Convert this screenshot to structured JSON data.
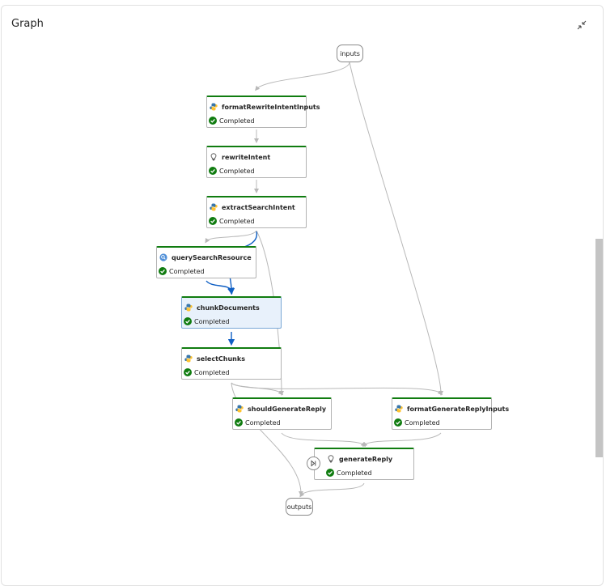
{
  "panel": {
    "title": "Graph",
    "collapse_icon": "collapse-arrows-icon"
  },
  "terminals": {
    "inputs": "inputs",
    "outputs": "outputs"
  },
  "nodes": [
    {
      "id": "formatRewriteIntentInputs",
      "name": "formatRewriteIntentInputs",
      "type": "python",
      "status": "Completed"
    },
    {
      "id": "rewriteIntent",
      "name": "rewriteIntent",
      "type": "llm",
      "status": "Completed"
    },
    {
      "id": "extractSearchIntent",
      "name": "extractSearchIntent",
      "type": "python",
      "status": "Completed"
    },
    {
      "id": "querySearchResource",
      "name": "querySearchResource",
      "type": "search",
      "status": "Completed"
    },
    {
      "id": "chunkDocuments",
      "name": "chunkDocuments",
      "type": "python",
      "status": "Completed",
      "selected": true
    },
    {
      "id": "selectChunks",
      "name": "selectChunks",
      "type": "python",
      "status": "Completed"
    },
    {
      "id": "shouldGenerateReply",
      "name": "shouldGenerateReply",
      "type": "python",
      "status": "Completed"
    },
    {
      "id": "formatGenerateReplyInputs",
      "name": "formatGenerateReplyInputs",
      "type": "python",
      "status": "Completed"
    },
    {
      "id": "generateReply",
      "name": "generateReply",
      "type": "llm",
      "status": "Completed",
      "bypass_icon": "skip-icon"
    }
  ],
  "colors": {
    "completed_bar": "#107c10",
    "highlight_edge": "#0f5fc4",
    "edge": "#b8b8b8"
  }
}
